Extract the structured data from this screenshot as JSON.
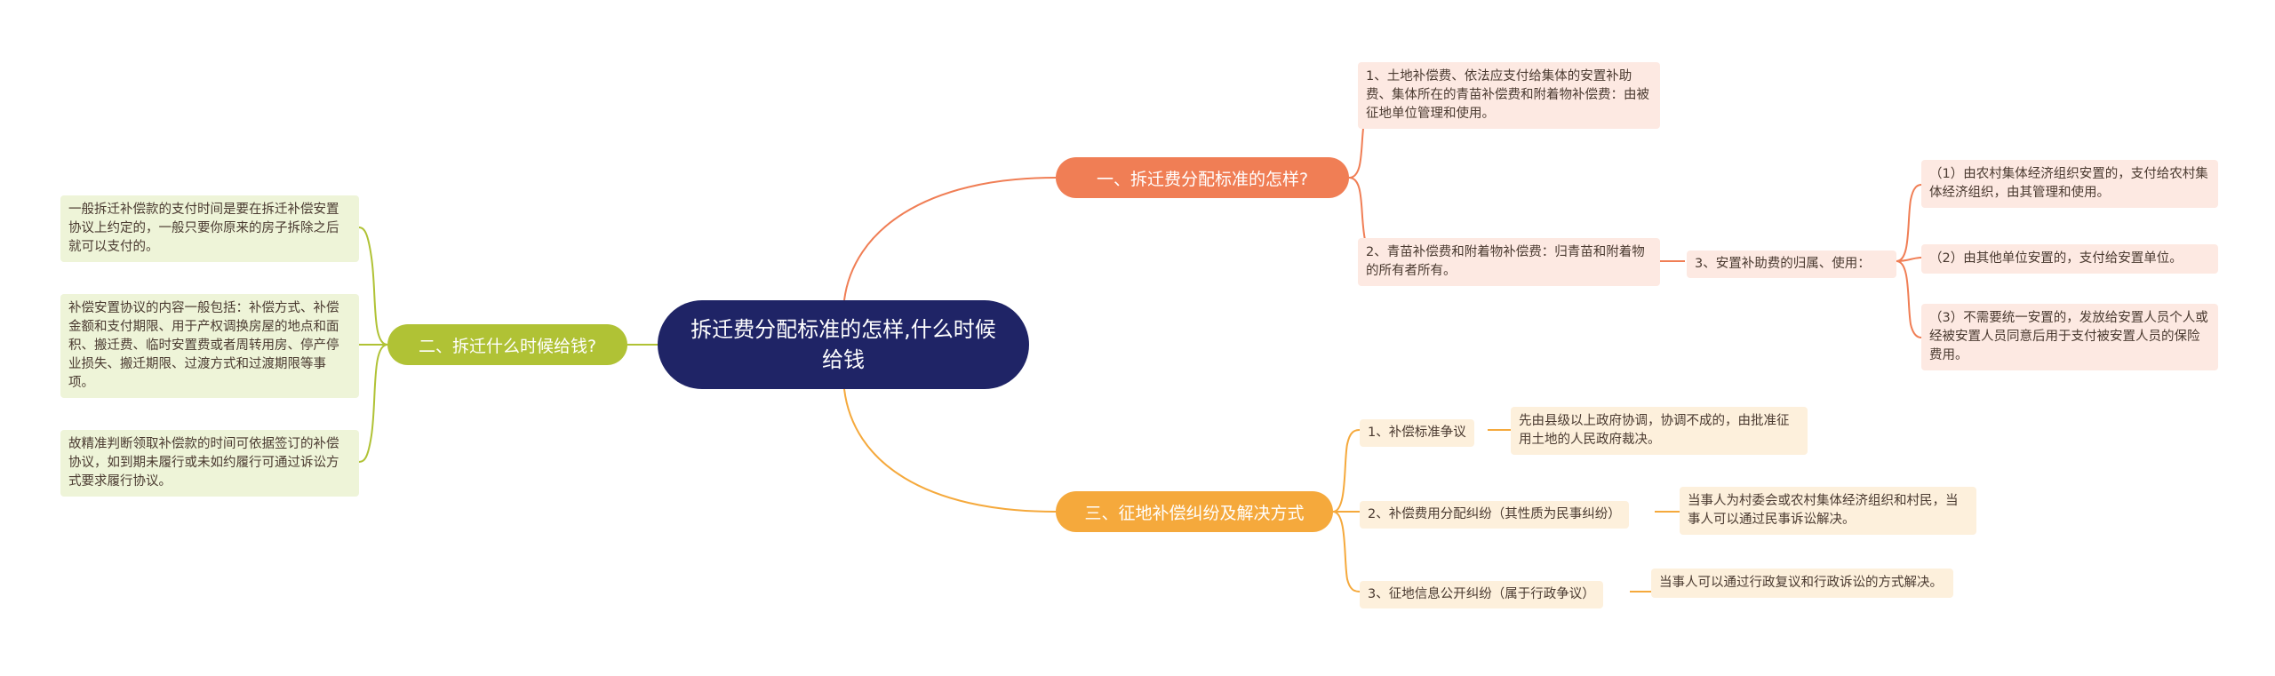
{
  "root": {
    "title": "拆迁费分配标准的怎样,什么时候给钱"
  },
  "branches": {
    "b1": {
      "label": "一、拆迁费分配标准的怎样?"
    },
    "b2": {
      "label": "二、拆迁什么时候给钱?"
    },
    "b3": {
      "label": "三、征地补偿纠纷及解决方式"
    }
  },
  "b1_items": {
    "item1": "1、土地补偿费、依法应支付给集体的安置补助费、集体所在的青苗补偿费和附着物补偿费：由被征地单位管理和使用。",
    "item2": "2、青苗补偿费和附着物补偿费：归青苗和附着物的所有者所有。",
    "item3": "3、安置补助费的归属、使用：",
    "item3_children": {
      "c1": "（1）由农村集体经济组织安置的，支付给农村集体经济组织，由其管理和使用。",
      "c2": "（2）由其他单位安置的，支付给安置单位。",
      "c3": "（3）不需要统一安置的，发放给安置人员个人或经被安置人员同意后用于支付被安置人员的保险费用。"
    }
  },
  "b2_items": {
    "item1": "一般拆迁补偿款的支付时间是要在拆迁补偿安置协议上约定的，一般只要你原来的房子拆除之后就可以支付的。",
    "item2": "补偿安置协议的内容一般包括：补偿方式、补偿金额和支付期限、用于产权调换房屋的地点和面积、搬迁费、临时安置费或者周转用房、停产停业损失、搬迁期限、过渡方式和过渡期限等事项。",
    "item3": "故精准判断领取补偿款的时间可依据签订的补偿协议，如到期未履行或未如约履行可通过诉讼方式要求履行协议。"
  },
  "b3_items": {
    "sub1": {
      "label": "1、补偿标准争议",
      "detail": "先由县级以上政府协调，协调不成的，由批准征用土地的人民政府裁决。"
    },
    "sub2": {
      "label": "2、补偿费用分配纠纷（其性质为民事纠纷）",
      "detail": "当事人为村委会或农村集体经济组织和村民，当事人可以通过民事诉讼解决。"
    },
    "sub3": {
      "label": "3、征地信息公开纠纷（属于行政争议）",
      "detail": "当事人可以通过行政复议和行政诉讼的方式解决。"
    }
  },
  "colors": {
    "root": "#1f2466",
    "branch1": "#f07e55",
    "branch2": "#b0c235",
    "branch3": "#f5a93c",
    "leaf1": "#fde9e2",
    "leaf2": "#eef4d8",
    "leaf3": "#fdf0dc"
  }
}
